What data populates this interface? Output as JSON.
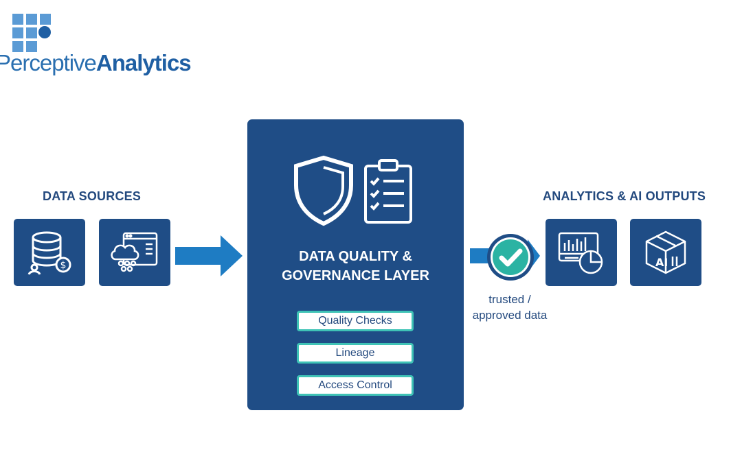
{
  "logo": {
    "word_regular": "Perceptive",
    "word_bold": "Analytics"
  },
  "sources": {
    "label": "DATA SOURCES",
    "icons": [
      "database-dollar-icon",
      "cloud-network-icon"
    ]
  },
  "governance": {
    "title_line1": "DATA QUALITY &",
    "title_line2": "GOVERNANCE LAYER",
    "icons": [
      "shield-icon",
      "clipboard-checklist-icon"
    ],
    "checks": [
      "Quality Checks",
      "Lineage",
      "Access Control"
    ]
  },
  "trusted": {
    "line1": "trusted /",
    "line2": "approved data",
    "icon": "checkmark-icon"
  },
  "outputs": {
    "label": "ANALYTICS & AI OUTPUTS",
    "icons": [
      "dashboard-chart-icon",
      "ai-cube-icon"
    ]
  },
  "colors": {
    "navy": "#1f4d86",
    "arrow_blue": "#1e7cc3",
    "teal": "#3fc3b6",
    "text_navy": "#23497e",
    "logo_blue": "#2a6fb0"
  }
}
